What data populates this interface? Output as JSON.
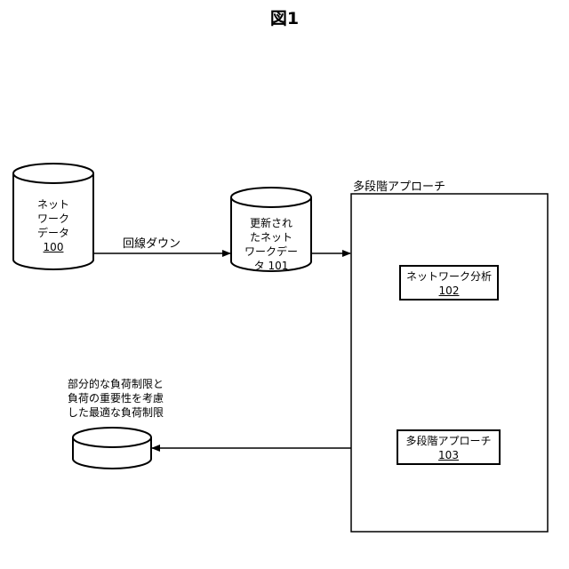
{
  "figure": {
    "title": "図1"
  },
  "network_data": {
    "lines": [
      "ネット",
      "ワーク",
      "データ"
    ],
    "ref": "100"
  },
  "edge_label": "回線ダウン",
  "updated_data": {
    "lines": [
      "更新され",
      "たネット"
    ],
    "last_line": "ワークデータ",
    "ref": "101"
  },
  "approach": {
    "title": "多段階アプローチ"
  },
  "analysis_box": {
    "label": "ネットワーク分析",
    "ref": "102"
  },
  "multistage_box": {
    "label": "多段階アプローチ",
    "ref": "103"
  },
  "result": {
    "lines": [
      "部分的な負荷制限と",
      "負荷の重要性を考慮",
      "した最適な負荷制限"
    ]
  }
}
